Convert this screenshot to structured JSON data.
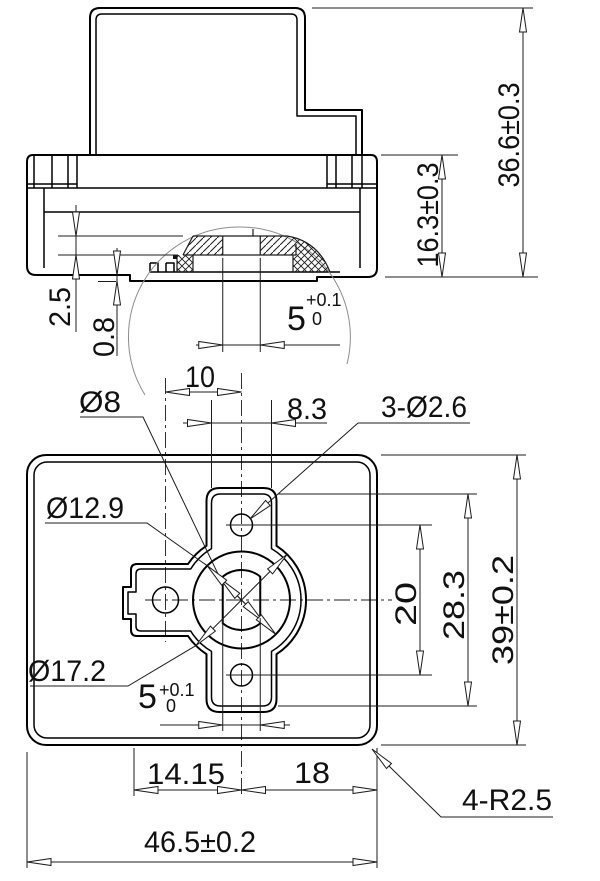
{
  "side_view": {
    "labels": {
      "total_height": "36.6±0.3",
      "base_height": "16.3±0.3",
      "step_upper": "2.5",
      "step_lower": "0.8",
      "slot_value": "5",
      "slot_tol_plus": "+0.1",
      "slot_tol_minus": "0"
    }
  },
  "bottom_view": {
    "labels": {
      "hole_offset": "10",
      "boss_width": "8.3",
      "holes_spec": "3-Ø2.6",
      "dia_small": "Ø8",
      "dia_mid": "Ø12.9",
      "dia_large": "Ø17.2",
      "slot_value": "5",
      "slot_tol_plus": "+0.1",
      "slot_tol_minus": "0",
      "hole_pitch": "20",
      "boss_height": "28.3",
      "body_height": "39±0.2",
      "center_to_left": "14.15",
      "center_to_right": "18",
      "body_width": "46.5±0.2",
      "corner_radius": "4-R2.5"
    }
  }
}
